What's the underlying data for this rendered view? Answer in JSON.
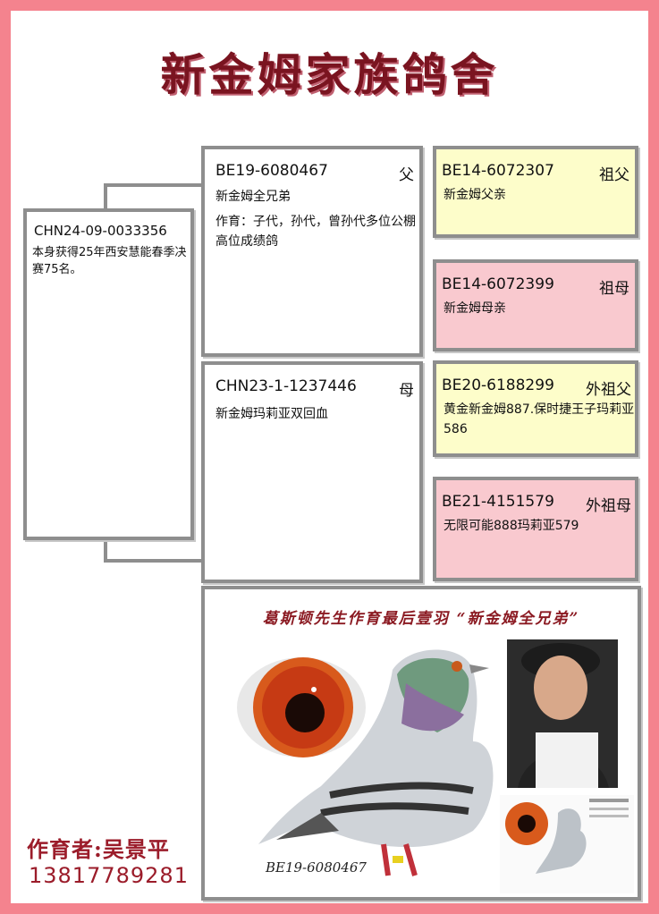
{
  "title": "新金姆家族鸽舍",
  "self": {
    "ring": "CHN24-09-0033356",
    "note": "本身获得25年西安慧能春季决赛75名。"
  },
  "sire": {
    "ring": "BE19-6080467",
    "relation": "父",
    "name": "新金姆全兄弟",
    "note": "作育：子代，孙代，曾孙代多位公棚高位成绩鸽"
  },
  "dam": {
    "ring": "CHN23-1-1237446",
    "relation": "母",
    "name": "新金姆玛莉亚双回血"
  },
  "paternal_grandsire": {
    "ring": "BE14-6072307",
    "relation": "祖父",
    "name": "新金姆父亲"
  },
  "paternal_granddam": {
    "ring": "BE14-6072399",
    "relation": "祖母",
    "name": "新金姆母亲"
  },
  "maternal_grandsire": {
    "ring": "BE20-6188299",
    "relation": "外祖父",
    "name": "黄金新金姆887.保时捷王子玛莉亚586"
  },
  "maternal_granddam": {
    "ring": "BE21-4151579",
    "relation": "外祖母",
    "name": "无限可能888玛莉亚579"
  },
  "photo": {
    "caption": "葛斯顿先生作育最后壹羽 “新金姆全兄弟”",
    "ring_label": "BE19-6080467"
  },
  "breeder": {
    "label": "作育者:吴景平",
    "phone": "13817789281"
  },
  "colors": {
    "background": "#f4838e",
    "title": "#7a1420",
    "yellow_box": "#fdfdca",
    "pink_box": "#f9c9cf",
    "border": "#8e8e8e"
  }
}
